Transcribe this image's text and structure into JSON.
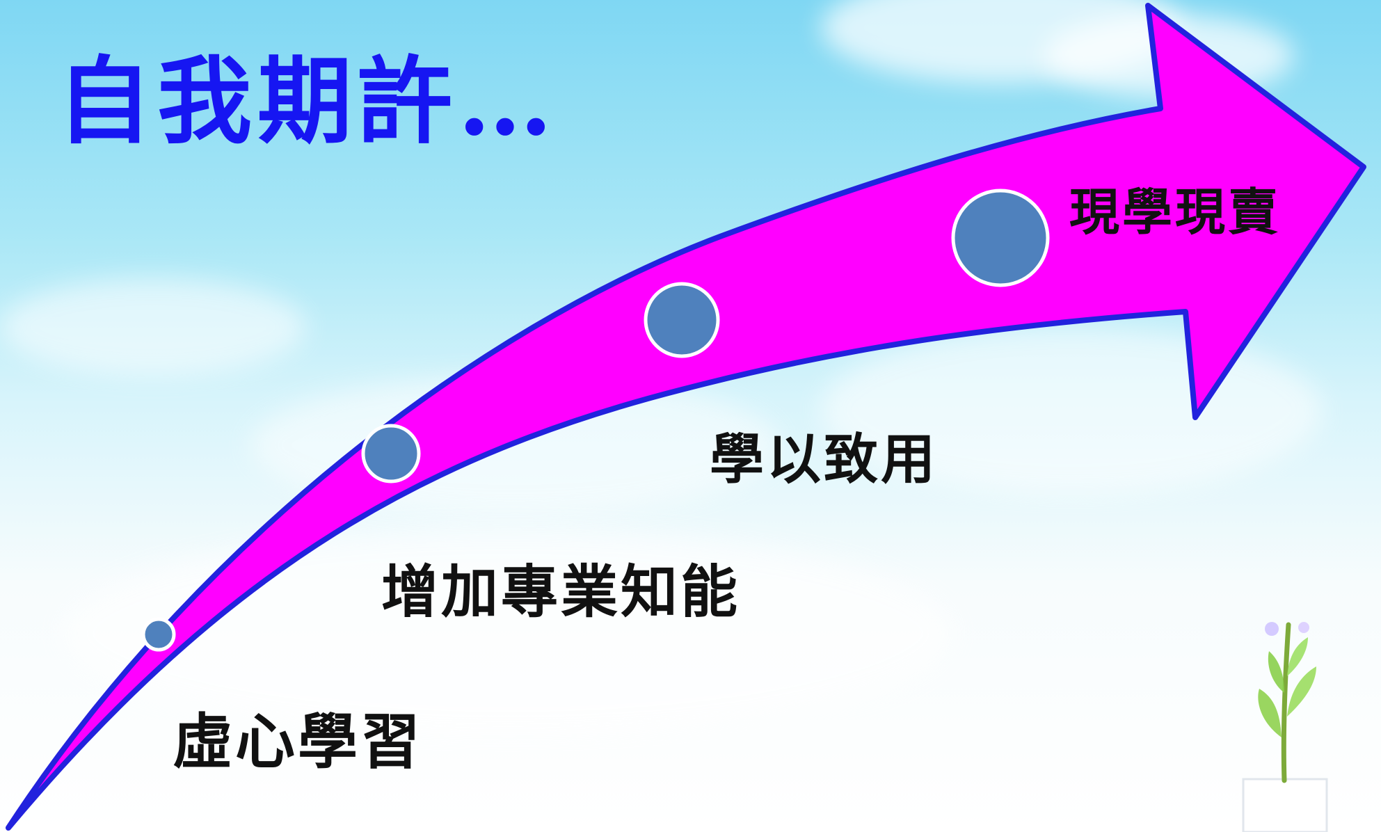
{
  "title": "自我期許…",
  "steps": [
    {
      "label": "虛心學習"
    },
    {
      "label": "增加專業知能"
    },
    {
      "label": "學以致用"
    },
    {
      "label": "現學現賣"
    }
  ],
  "colors": {
    "title": "#1616f2",
    "arrow_fill": "#ff00ff",
    "arrow_stroke": "#2222dd",
    "node_fill": "#4f81bd",
    "node_stroke": "#ffffff",
    "sky_top": "#7fd7f3"
  }
}
